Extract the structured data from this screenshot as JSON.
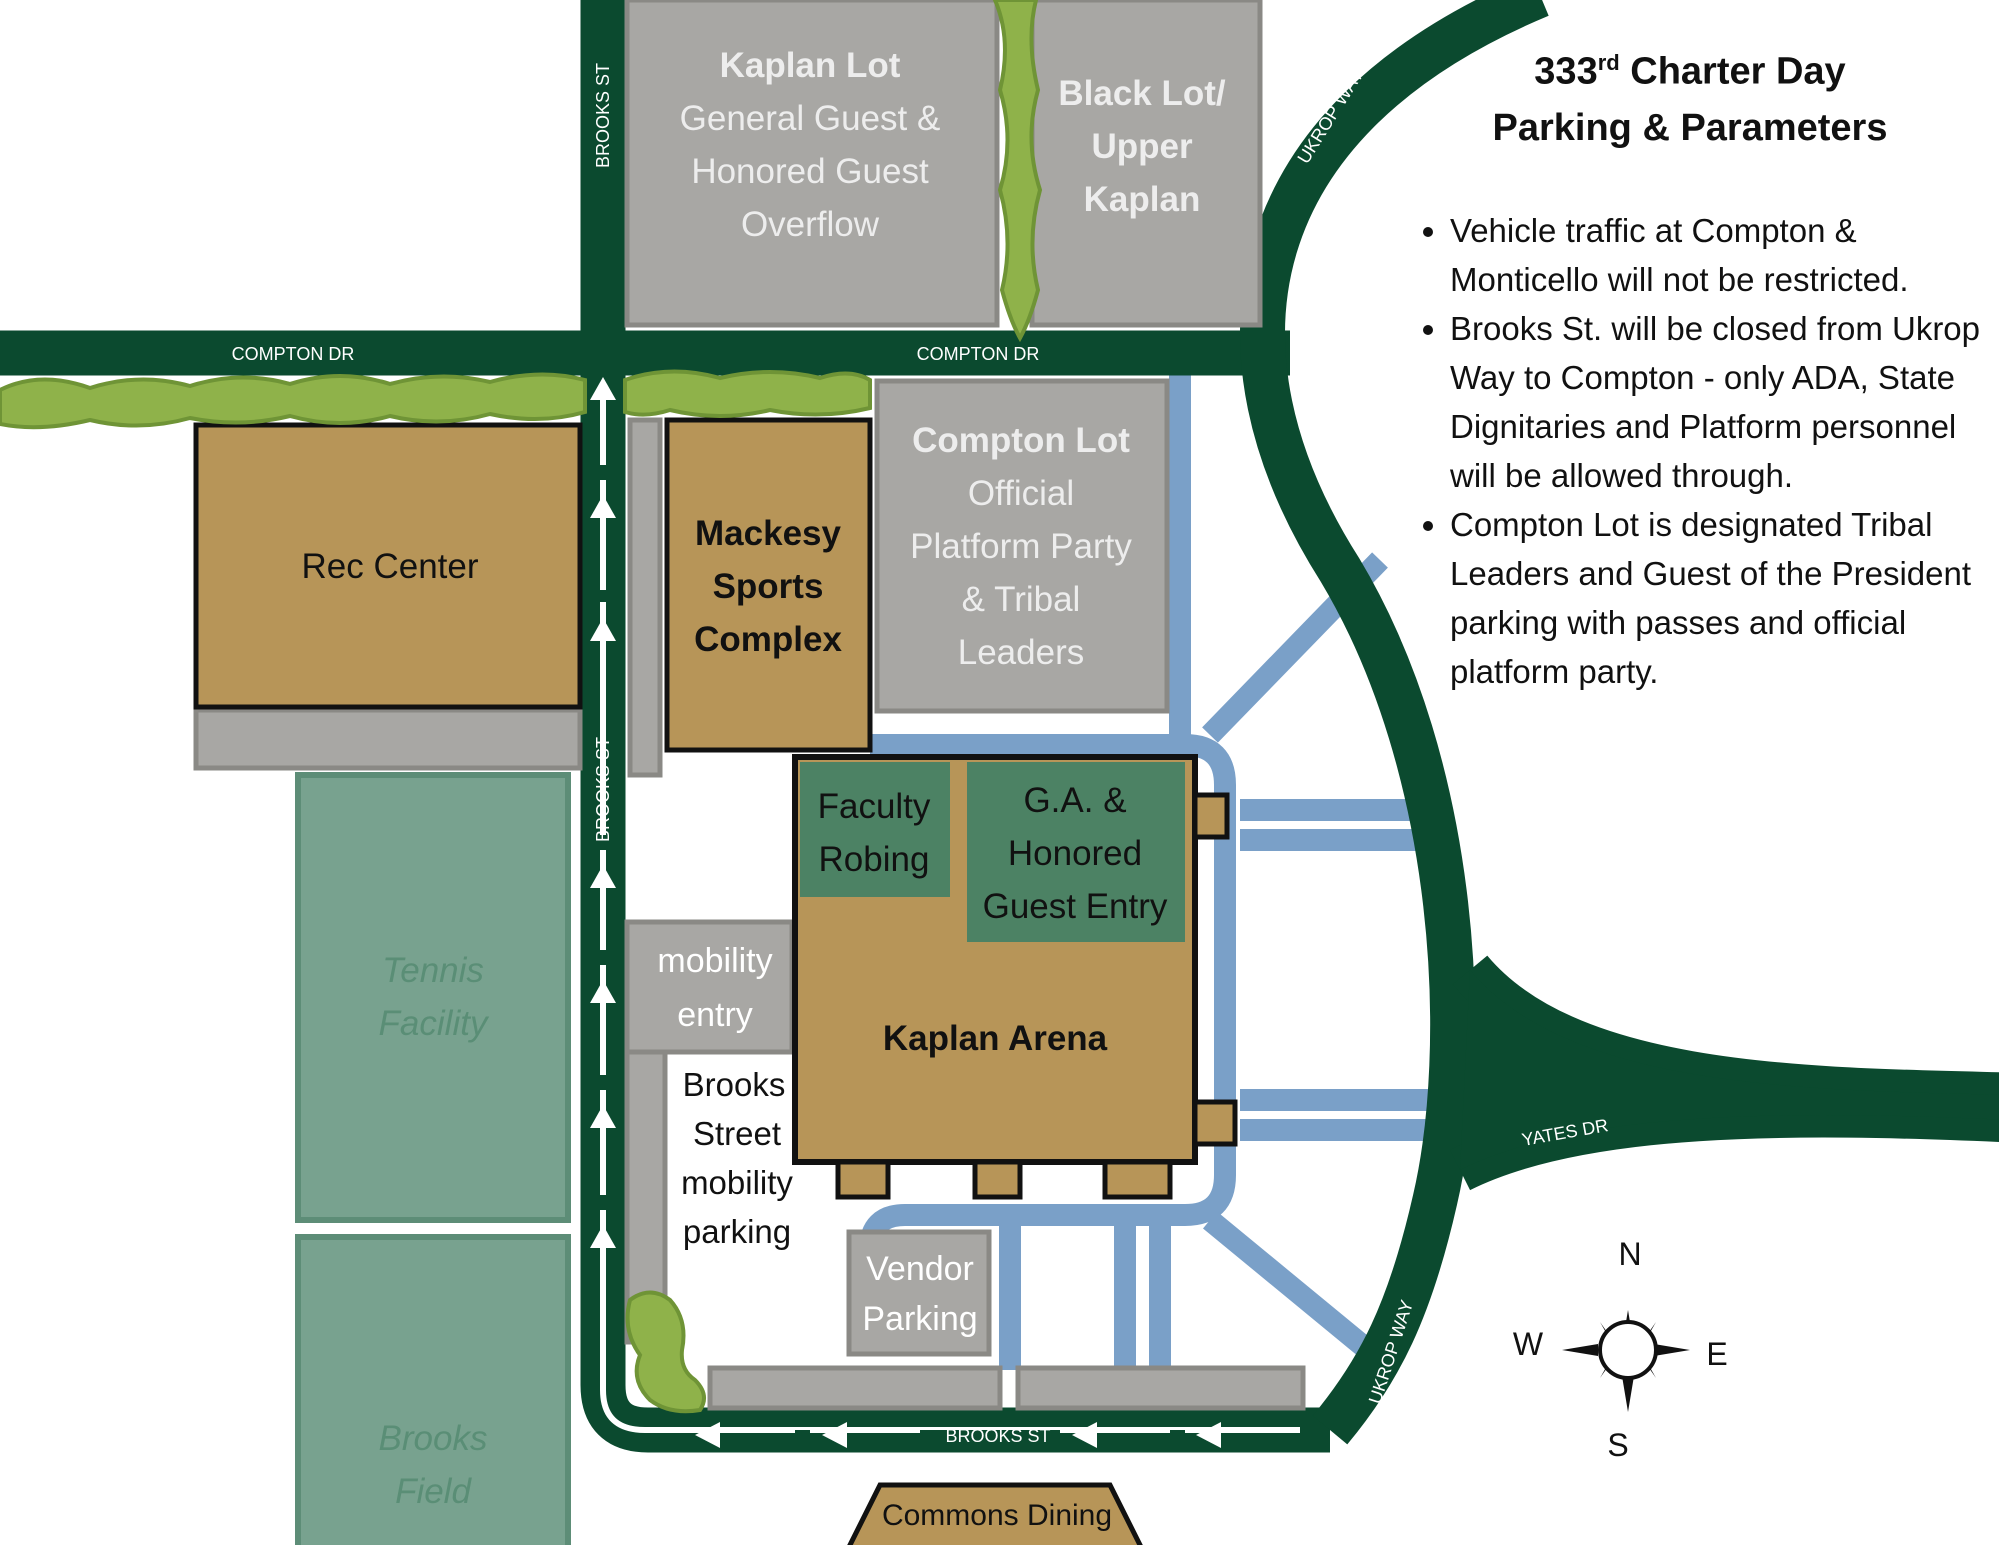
{
  "panel": {
    "title_main": "333",
    "title_sup": "rd",
    "title_rest": " Charter Day",
    "title_line2": "Parking & Parameters",
    "bullets": [
      "Vehicle traffic at Compton & Monticello will not be restricted.",
      "Brooks St. will be closed from Ukrop Way to Compton - only ADA, State Dignitaries and Platform personnel will be allowed through.",
      "Compton Lot is designated Tribal Leaders and Guest of the President parking with passes and official platform party."
    ]
  },
  "streets": {
    "brooks_upper": "BROOKS ST",
    "brooks_lower": "BROOKS ST",
    "brooks_bottom": "BROOKS ST",
    "compton_left": "COMPTON DR",
    "compton_right": "COMPTON DR",
    "ukrop_top": "UKROP WAY",
    "ukrop_mid": "UKROP WAY",
    "ukrop_bottom": "UKROP WAY",
    "yates": "YATES DR"
  },
  "places": {
    "kaplan_lot": [
      "Kaplan Lot",
      "General Guest &",
      "Honored Guest",
      "Overflow"
    ],
    "black_lot": [
      "Black Lot/",
      "Upper",
      "Kaplan"
    ],
    "rec_center": "Rec Center",
    "mackesy": [
      "Mackesy",
      "Sports",
      "Complex"
    ],
    "compton_lot": [
      "Compton Lot",
      "Official",
      "Platform Party",
      "& Tribal",
      "Leaders"
    ],
    "faculty_robing": [
      "Faculty",
      "Robing"
    ],
    "ga_entry": [
      "G.A. &",
      "Honored",
      "Guest Entry"
    ],
    "mobility_entry": [
      "mobility",
      "entry"
    ],
    "kaplan_arena": "Kaplan Arena",
    "brooks_mobility": [
      "Brooks",
      "Street",
      "mobility",
      "parking"
    ],
    "tennis": [
      "Tennis",
      "Facility"
    ],
    "brooks_field": [
      "Brooks",
      "Field"
    ],
    "vendor": [
      "Vendor",
      "Parking"
    ],
    "commons": "Commons Dining"
  },
  "compass": {
    "n": "N",
    "s": "S",
    "e": "E",
    "w": "W"
  },
  "colors": {
    "road": "#0b4a2f",
    "lot": "#a8a7a4",
    "building": "#b79558",
    "green_area": "#78a28f",
    "inner_green": "#4c8264",
    "path": "#7aa0c8",
    "hedge": "#8fb24a"
  }
}
